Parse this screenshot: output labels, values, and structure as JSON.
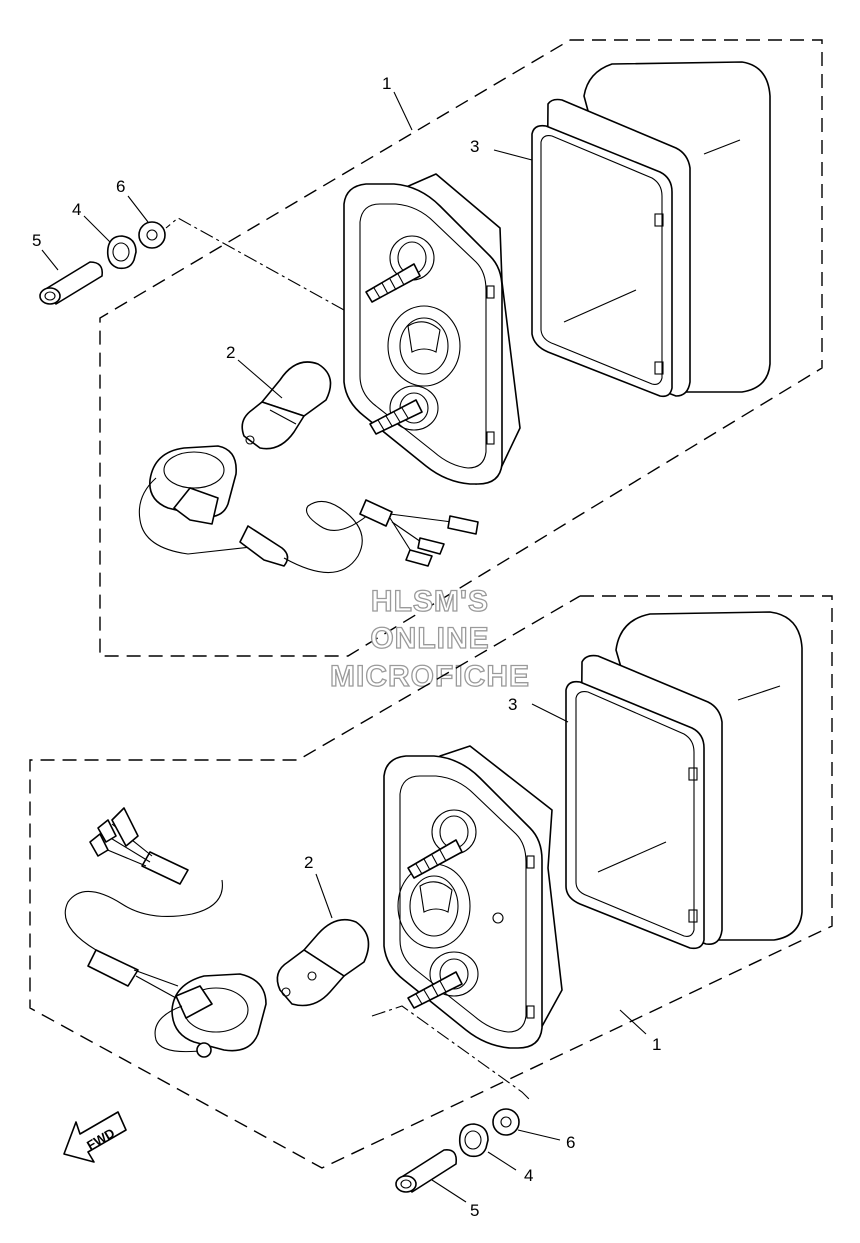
{
  "callouts": {
    "top_1": "1",
    "top_2": "2",
    "top_3": "3",
    "top_4": "4",
    "top_5": "5",
    "top_6": "6",
    "bottom_1": "1",
    "bottom_2": "2",
    "bottom_3": "3",
    "bottom_4": "4",
    "bottom_5": "5",
    "bottom_6": "6"
  },
  "watermark": {
    "line1": "HLSM'S",
    "line2": "ONLINE",
    "line3": "MICROFICHE"
  },
  "direction_arrow": {
    "label": "FWD",
    "icon": "fwd-arrow-icon"
  },
  "colors": {
    "line": "#000000",
    "background": "#ffffff",
    "watermark_outline": "#9a9a9a"
  }
}
